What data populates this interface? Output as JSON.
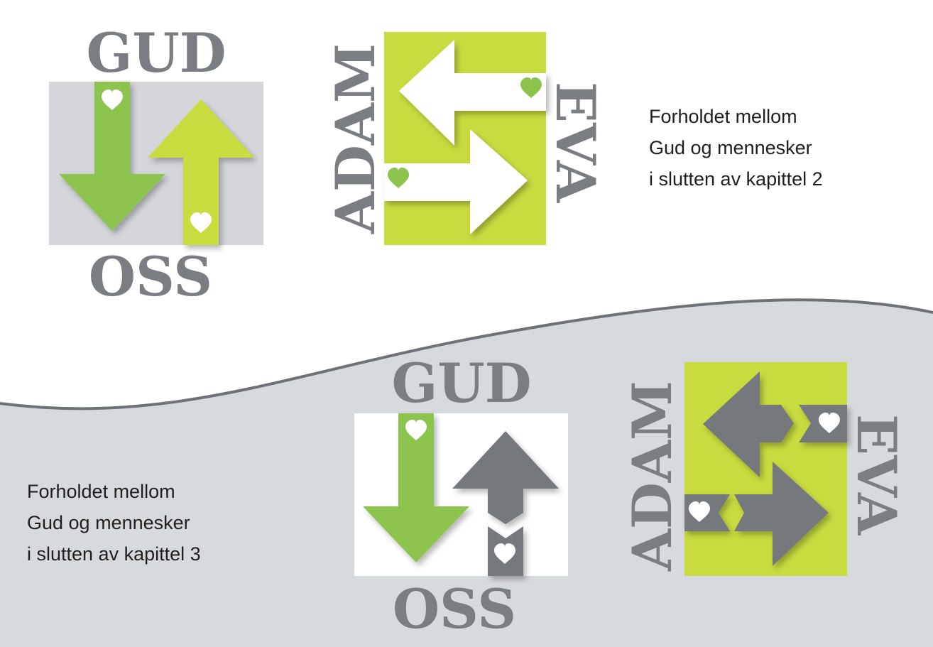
{
  "top": {
    "god_label": "GUD",
    "us_label": "OSS",
    "adam_label": "ADAM",
    "eva_label": "EVA",
    "caption": [
      "Forholdet mellom",
      "Gud og mennesker",
      "i slutten av kapittel 2"
    ]
  },
  "bottom": {
    "god_label": "GUD",
    "us_label": "OSS",
    "adam_label": "ADAM",
    "eva_label": "EVA",
    "caption": [
      "Forholdet mellom",
      "Gud og mennesker",
      "i slutten av kapittel 3"
    ]
  },
  "colors": {
    "green": "#8cc44d",
    "lime": "#c8dc40",
    "gray_text": "#7a7d82",
    "gray_arrow": "#75787d",
    "panel_gray": "#d4d6da",
    "bottom_band": "#d7dadd",
    "wave_line": "#6e7176",
    "heart_white": "#ffffff"
  },
  "icons": [
    "heart-icon",
    "down-arrow-icon",
    "up-arrow-icon",
    "left-arrow-icon",
    "right-arrow-icon",
    "broken-arrow-icon"
  ]
}
